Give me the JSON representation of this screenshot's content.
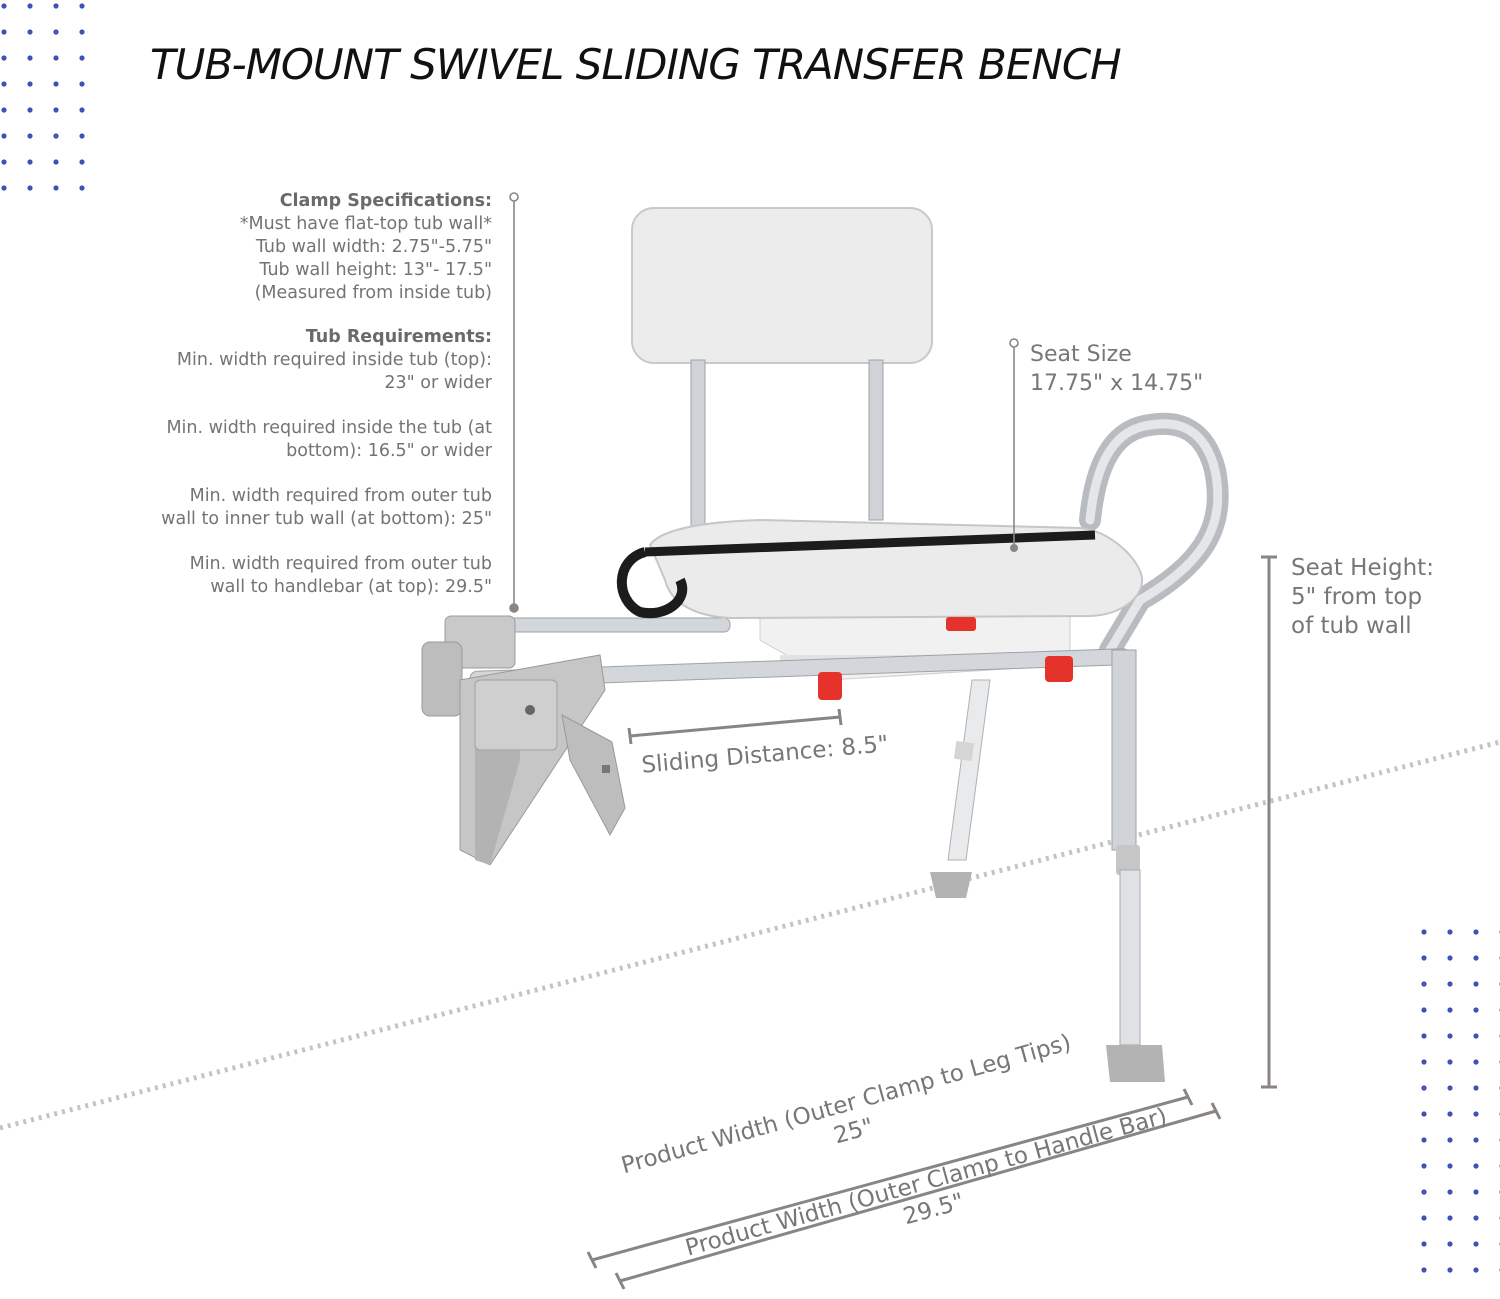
{
  "title": "TUB-MOUNT SWIVEL SLIDING TRANSFER BENCH",
  "clamp_specs": {
    "heading": "Clamp Specifications:",
    "lines": [
      "*Must have flat-top tub wall*",
      "Tub wall width: 2.75\"-5.75\"",
      "Tub wall height: 13\"- 17.5\"",
      "(Measured from inside tub)"
    ]
  },
  "tub_requirements": {
    "heading": "Tub Requirements:",
    "items": [
      [
        "Min. width required inside tub (top):",
        "23\" or wider"
      ],
      [
        "Min. width required inside the tub (at",
        "bottom):  16.5\" or wider"
      ],
      [
        "Min. width required from outer tub",
        "wall to inner tub wall (at bottom): 25\""
      ],
      [
        "Min. width required from outer tub",
        "wall to handlebar (at top): 29.5\""
      ]
    ]
  },
  "seat_size": {
    "label": "Seat Size",
    "value": "17.75\" x 14.75\""
  },
  "seat_height": {
    "line1": "Seat Height:",
    "line2": "5\" from top",
    "line3": "of tub wall"
  },
  "sliding_distance": "Sliding Distance: 8.5\"",
  "width_leg_tips": {
    "label": "Product Width (Outer Clamp to Leg Tips)",
    "value": "25\""
  },
  "width_handle_bar": {
    "label": "Product Width (Outer Clamp to Handle Bar)",
    "value": "29.5\""
  },
  "colors": {
    "dot_pattern": "#3f51b5",
    "dimension_line": "#8a8580",
    "dotted_floor": "#c4c4c4",
    "release_lever": "#e5322b",
    "aluminum": "#c9ccd0",
    "plastic_white": "#ececec"
  }
}
